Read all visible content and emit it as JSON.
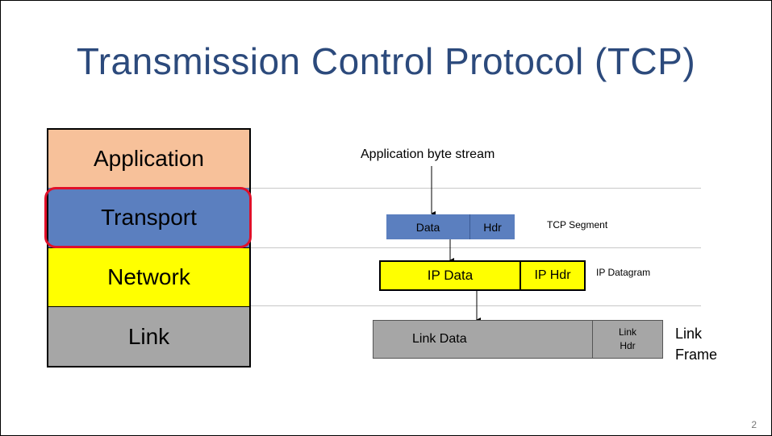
{
  "slide": {
    "title": "Transmission Control Protocol (TCP)",
    "page_number": "2"
  },
  "stack": {
    "layers": [
      {
        "label": "Application",
        "color": "#f7c19a"
      },
      {
        "label": "Transport",
        "color": "#5b7fbf",
        "highlighted": true
      },
      {
        "label": "Network",
        "color": "#ffff00"
      },
      {
        "label": "Link",
        "color": "#a6a6a6"
      }
    ],
    "highlight_color": "#e0102a"
  },
  "encapsulation": {
    "source_label": "Application byte stream",
    "tcp_segment": {
      "data": "Data",
      "header": "Hdr",
      "caption": "TCP Segment"
    },
    "ip_datagram": {
      "data": "IP Data",
      "header": "IP Hdr",
      "caption": "IP Datagram"
    },
    "link_frame": {
      "data": "Link Data",
      "header_line1": "Link",
      "header_line2": "Hdr",
      "caption_line1": "Link",
      "caption_line2": "Frame"
    }
  }
}
